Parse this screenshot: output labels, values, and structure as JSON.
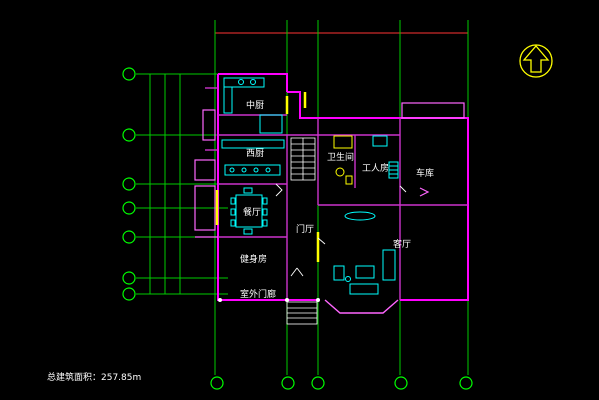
{
  "rooms": {
    "zhongchu": "中厨",
    "xichu": "西厨",
    "canting": "餐厅",
    "jianshenfang": "健身房",
    "shiwai_menlang": "室外门廊",
    "menting": "门厅",
    "weishengjian": "卫生间",
    "gongrenfang": "工人房",
    "cheku": "车库",
    "keting": "客厅"
  },
  "total_area_label": "总建筑面积：257.85m",
  "icons": [
    "north-arrow-icon"
  ],
  "colors": {
    "background": "#000000",
    "axis": "#00ff00",
    "wall": "#ff00ff",
    "wall_inner": "#ff66ff",
    "furniture": "#00ffff",
    "text": "#ffffff",
    "accent": "#ffff00",
    "door": "#ffff66",
    "dimension": "#ff3333"
  }
}
